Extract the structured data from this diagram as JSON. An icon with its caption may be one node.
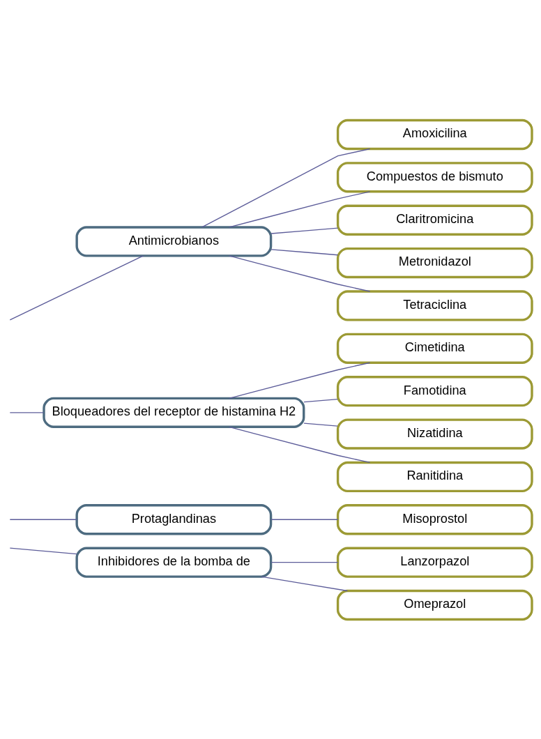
{
  "diagram": {
    "nodes": [
      {
        "text": [
          "Antimicrobianos"
        ]
      },
      {
        "text": [
          "Amoxicilina"
        ]
      },
      {
        "text": [
          "Compuestos de bismuto"
        ]
      },
      {
        "text": [
          "Claritromicina"
        ]
      },
      {
        "text": [
          "Metronidazol"
        ]
      },
      {
        "text": [
          "Tetraciclina"
        ]
      },
      {
        "text": [
          "Bloqueadores del receptor de histamina H2"
        ]
      },
      {
        "text": [
          "Cimetidina"
        ]
      },
      {
        "text": [
          "Famotidina"
        ]
      },
      {
        "text": [
          "Nizatidina"
        ]
      },
      {
        "text": [
          "Ranitidina"
        ]
      },
      {
        "text": [
          "Protaglandinas"
        ]
      },
      {
        "text": [
          "Misoprostol"
        ]
      },
      {
        "text": [
          "Inhibidores de la bomba de"
        ]
      },
      {
        "text": [
          "Lanzorpazol"
        ]
      },
      {
        "text": [
          "Omeprazol"
        ]
      }
    ],
    "edges": [
      {
        "from": null,
        "to": 0,
        "arrow": "none"
      },
      {
        "from": 0,
        "to": 1,
        "arrow": "none"
      },
      {
        "from": 0,
        "to": 2,
        "arrow": "none"
      },
      {
        "from": 0,
        "to": 3,
        "arrow": "none"
      },
      {
        "from": 0,
        "to": 4,
        "arrow": "none"
      },
      {
        "from": 0,
        "to": 5,
        "arrow": "none"
      },
      {
        "from": null,
        "to": 6,
        "arrow": "none"
      },
      {
        "from": 6,
        "to": 7,
        "arrow": "none"
      },
      {
        "from": 6,
        "to": 8,
        "arrow": "none"
      },
      {
        "from": 6,
        "to": 9,
        "arrow": "none"
      },
      {
        "from": 6,
        "to": 10,
        "arrow": "none"
      },
      {
        "from": null,
        "to": 11,
        "arrow": "none"
      },
      {
        "from": 11,
        "to": 12,
        "arrow": "none"
      },
      {
        "from": null,
        "to": 13,
        "arrow": "none"
      },
      {
        "from": 13,
        "to": 14,
        "arrow": "none"
      },
      {
        "from": 13,
        "to": 15,
        "arrow": "none"
      }
    ]
  }
}
